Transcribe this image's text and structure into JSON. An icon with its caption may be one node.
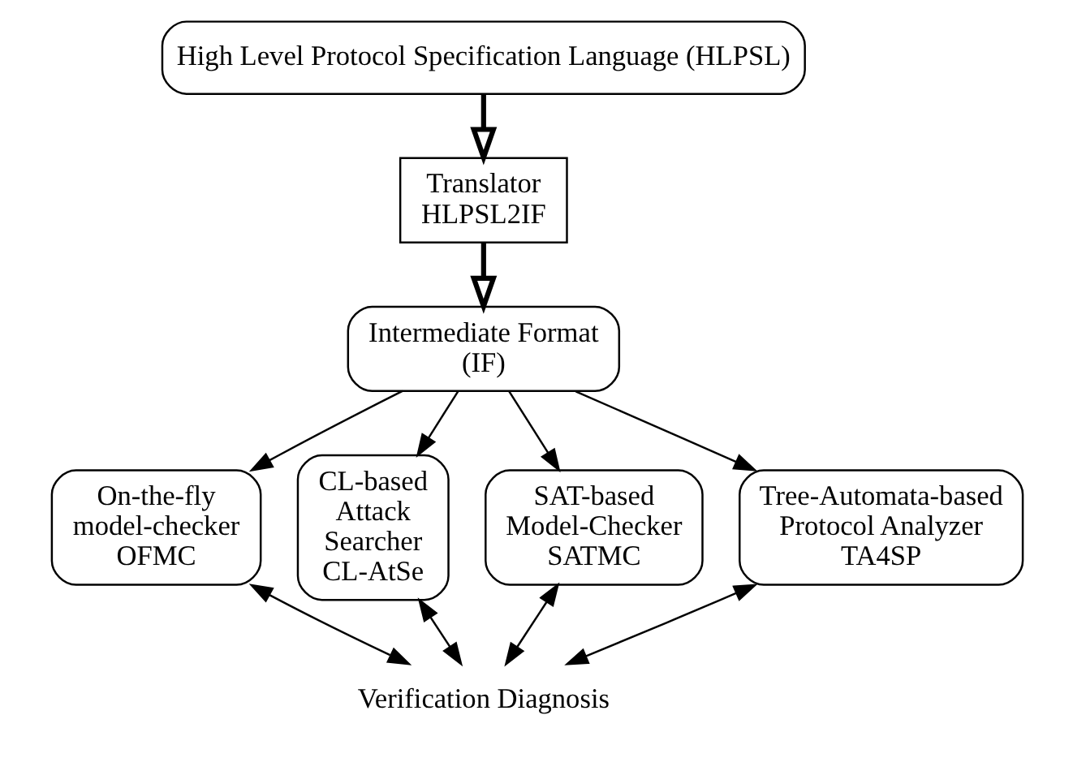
{
  "diagram": {
    "nodes": [
      {
        "text": [
          "High Level Protocol Specification Language (HLPSL)"
        ]
      },
      {
        "text": [
          "Translator HLPSL2IF"
        ]
      },
      {
        "text": [
          "Intermediate Format (IF)"
        ]
      },
      {
        "text": [
          "On-the-fly model-checker OFMC"
        ]
      },
      {
        "text": [
          "CL-based Attack Searcher CL-AtSe"
        ]
      },
      {
        "text": [
          "SAT-based Model-Checker SATMC"
        ]
      },
      {
        "text": [
          "Tree-Automata-based Protocol Analyzer TA4SP"
        ]
      },
      {
        "text": [
          "Verification Diagnosis"
        ]
      }
    ],
    "edges": [
      {
        "from": 0,
        "to": 1,
        "arrow": "to",
        "style": "thick"
      },
      {
        "from": 1,
        "to": 2,
        "arrow": "to",
        "style": "thick"
      },
      {
        "from": 2,
        "to": 3,
        "arrow": "to"
      },
      {
        "from": 2,
        "to": 4,
        "arrow": "to"
      },
      {
        "from": 2,
        "to": 5,
        "arrow": "to"
      },
      {
        "from": 2,
        "to": 6,
        "arrow": "to"
      },
      {
        "from": 3,
        "to": 7,
        "arrow": "both"
      },
      {
        "from": 4,
        "to": 7,
        "arrow": "both"
      },
      {
        "from": 5,
        "to": 7,
        "arrow": "both"
      },
      {
        "from": 6,
        "to": 7,
        "arrow": "both"
      }
    ]
  }
}
